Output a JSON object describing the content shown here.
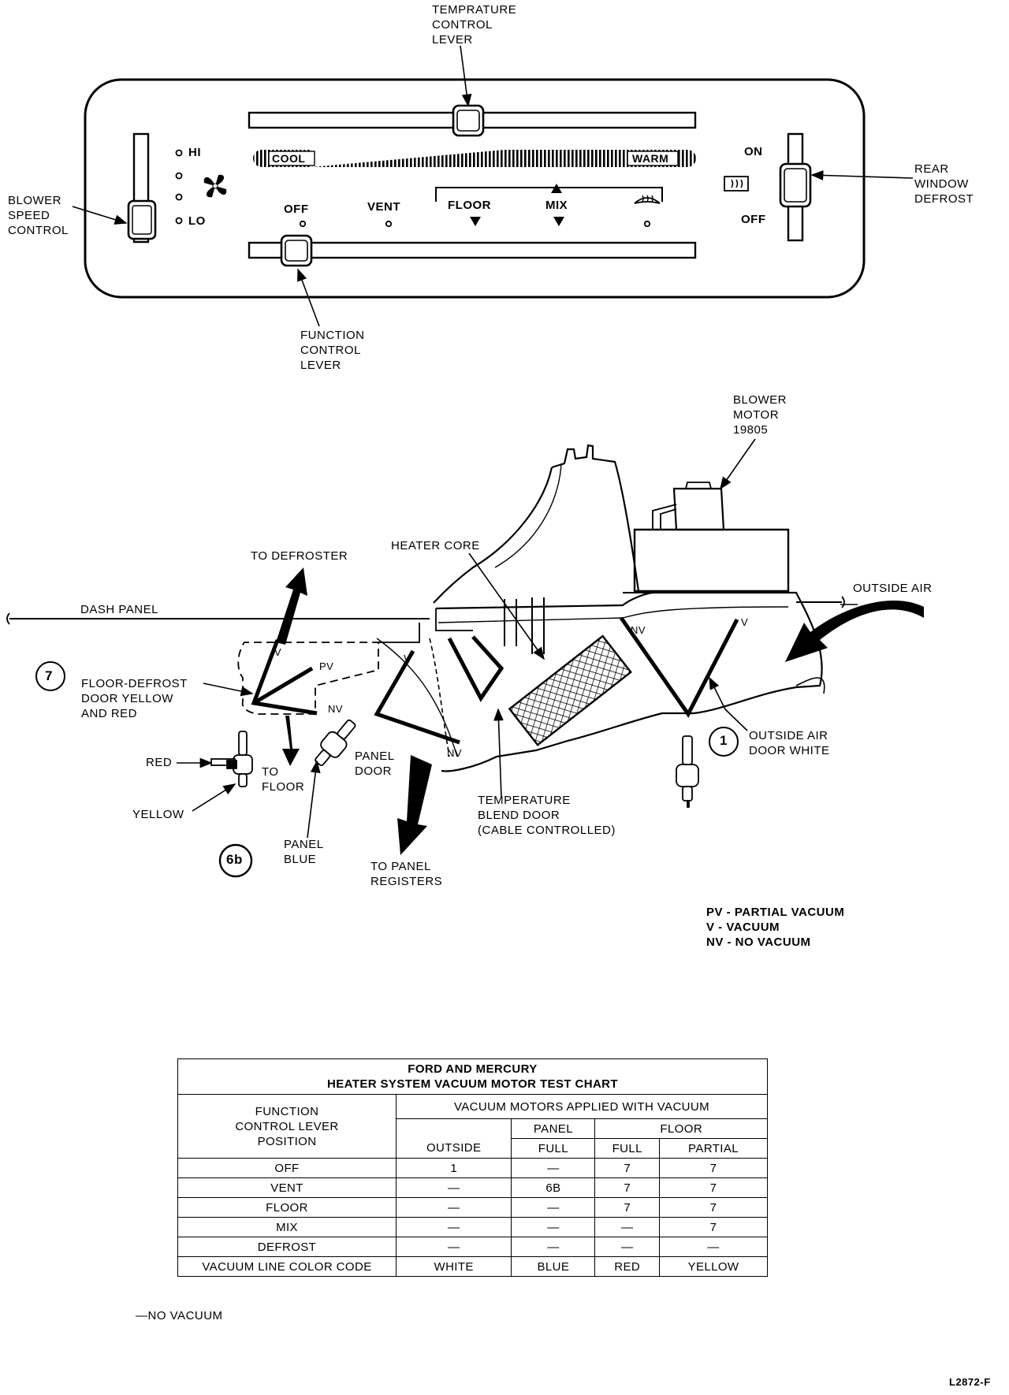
{
  "control_panel": {
    "temp_lever_label": "TEMPRATURE\nCONTROL\nLEVER",
    "blower_label": "BLOWER\nSPEED\nCONTROL",
    "function_lever_label": "FUNCTION\nCONTROL\nLEVER",
    "rear_defrost_label": "REAR\nWINDOW\nDEFROST",
    "fan_positions": [
      "HI",
      "LO"
    ],
    "cool": "COOL",
    "warm": "WARM",
    "on": "ON",
    "off_switch": "OFF",
    "functions": [
      "OFF",
      "VENT",
      "FLOOR",
      "MIX"
    ]
  },
  "system": {
    "blower_motor": "BLOWER\nMOTOR\n19805",
    "to_defroster": "TO DEFROSTER",
    "heater_core": "HEATER CORE",
    "outside_air": "OUTSIDE AIR",
    "dash_panel": "DASH PANEL",
    "callout_7": "7",
    "floor_defrost_door": "FLOOR-DEFROST\nDOOR YELLOW\nAND RED",
    "v": "V",
    "pv": "PV",
    "nv": "NV",
    "red": "RED",
    "yellow": "YELLOW",
    "to_floor": "TO\nFLOOR",
    "panel_door": "PANEL\nDOOR",
    "panel_blue": "PANEL\nBLUE",
    "callout_6b": "6b",
    "to_panel_registers": "TO PANEL\nREGISTERS",
    "temp_blend_door": "TEMPERATURE\nBLEND DOOR\n(CABLE CONTROLLED)",
    "callout_1": "1",
    "outside_air_door": "OUTSIDE AIR\nDOOR WHITE"
  },
  "legend": [
    "PV - PARTIAL VACUUM",
    "V - VACUUM",
    "NV - NO VACUUM"
  ],
  "table": {
    "title_line1": "FORD AND MERCURY",
    "title_line2": "HEATER SYSTEM VACUUM MOTOR TEST CHART",
    "col_function": "FUNCTION\nCONTROL LEVER\nPOSITION",
    "col_applied": "VACUUM MOTORS APPLIED WITH VACUUM",
    "col_panel": "PANEL",
    "col_floor": "FLOOR",
    "sub_headers": [
      "OUTSIDE",
      "FULL",
      "FULL",
      "PARTIAL"
    ],
    "rows": [
      [
        "OFF",
        "1",
        "—",
        "7",
        "7"
      ],
      [
        "VENT",
        "—",
        "6B",
        "7",
        "7"
      ],
      [
        "FLOOR",
        "—",
        "—",
        "7",
        "7"
      ],
      [
        "MIX",
        "—",
        "—",
        "—",
        "7"
      ],
      [
        "DEFROST",
        "—",
        "—",
        "—",
        "—"
      ],
      [
        "VACUUM LINE COLOR CODE",
        "WHITE",
        "BLUE",
        "RED",
        "YELLOW"
      ]
    ]
  },
  "footnote": "—NO VACUUM",
  "figure_id": "L2872-F"
}
